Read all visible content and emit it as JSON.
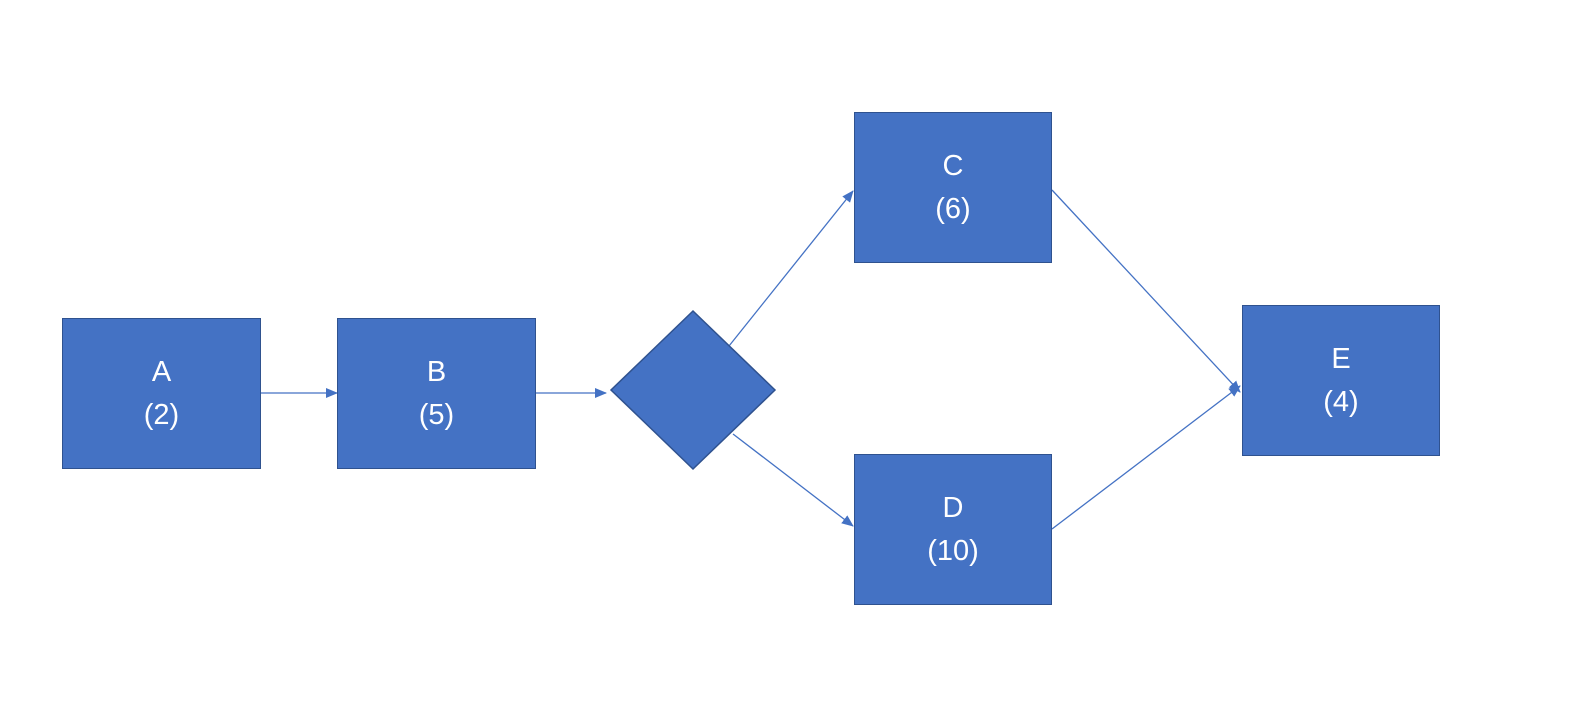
{
  "colors": {
    "fill": "#4472c4",
    "stroke": "#2f528f",
    "text": "#ffffff",
    "background": "#ffffff"
  },
  "nodes": {
    "a": {
      "name": "A",
      "duration": "(2)"
    },
    "b": {
      "name": "B",
      "duration": "(5)"
    },
    "c": {
      "name": "C",
      "duration": "(6)"
    },
    "d": {
      "name": "D",
      "duration": "(10)"
    },
    "e": {
      "name": "E",
      "duration": "(4)"
    }
  },
  "edges": [
    {
      "from": "A",
      "to": "B"
    },
    {
      "from": "B",
      "to": "decision"
    },
    {
      "from": "decision",
      "to": "C"
    },
    {
      "from": "decision",
      "to": "D"
    },
    {
      "from": "C",
      "to": "E"
    },
    {
      "from": "D",
      "to": "E"
    }
  ]
}
